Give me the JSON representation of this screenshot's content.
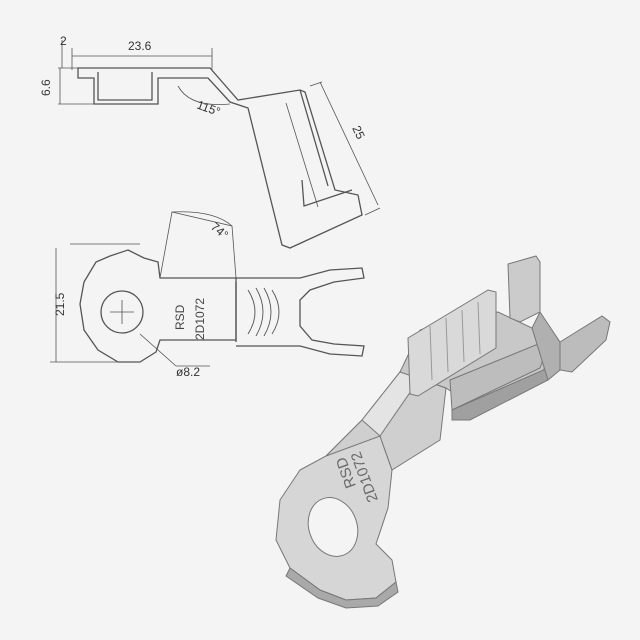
{
  "side_view": {
    "dim_thickness": "2",
    "dim_length": "23.6",
    "dim_height": "6.6",
    "dim_angle": "115°",
    "dim_total": "25"
  },
  "top_view": {
    "dim_angle": "74°",
    "dim_width": "21.5",
    "dim_hole": "ø8.2",
    "marking_line1": "RSD",
    "marking_line2": "2D1072"
  },
  "iso_view": {
    "marking_line1": "RSD",
    "marking_line2": "2D1072"
  },
  "colors": {
    "background": "#f4f4f4",
    "line": "#555555",
    "metal_light": "#dcdcdc",
    "metal_mid": "#bdbdbd",
    "metal_dark": "#8a8a8a"
  }
}
